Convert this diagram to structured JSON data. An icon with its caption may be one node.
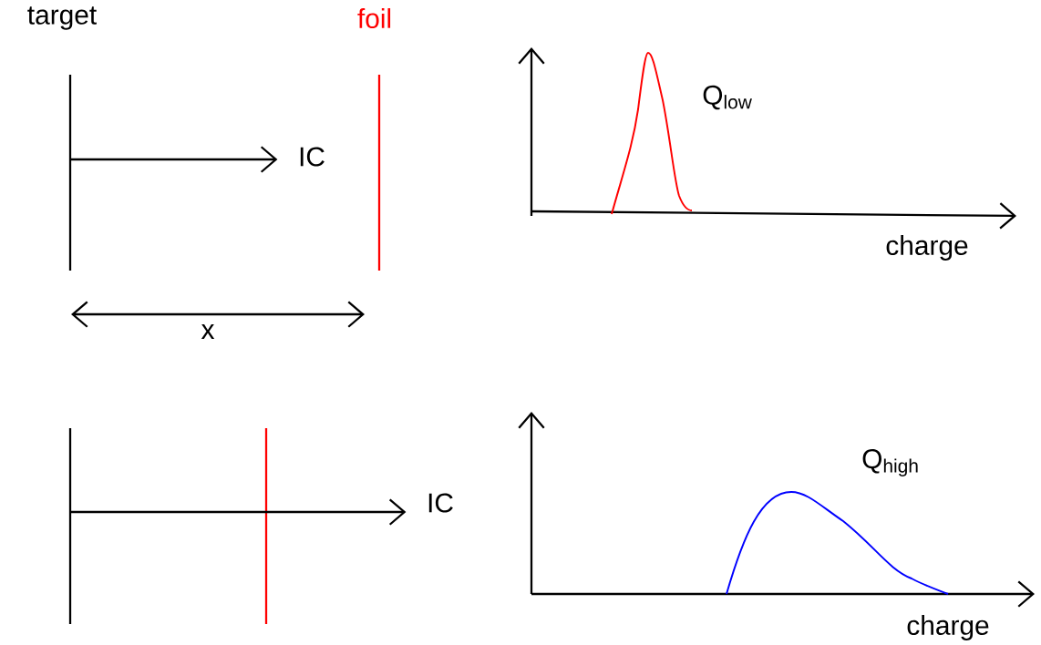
{
  "diagram": {
    "nodes": [
      {
        "text": [
          "target"
        ]
      },
      {
        "text": [
          "foil"
        ]
      },
      {
        "text": [
          "IC"
        ]
      },
      {
        "text": [],
        "shape": "bar"
      },
      {
        "text": [],
        "shape": "bar"
      },
      {
        "text": [
          "IC"
        ]
      }
    ],
    "edges": [
      {
        "from": 0,
        "to": 2,
        "arrow": "to"
      },
      {
        "from": 3,
        "to": 5,
        "arrow": "to"
      }
    ],
    "labels": [
      "x",
      "Q$_{low}$",
      "charge",
      "Q$_{high}$",
      "charge"
    ]
  }
}
